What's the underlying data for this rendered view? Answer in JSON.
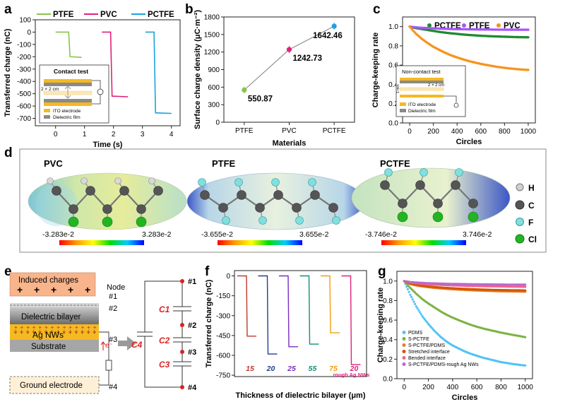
{
  "panels": {
    "a": {
      "letter": "a"
    },
    "b": {
      "letter": "b"
    },
    "c": {
      "letter": "c"
    },
    "d": {
      "letter": "d"
    },
    "e": {
      "letter": "e"
    },
    "f": {
      "letter": "f"
    },
    "g": {
      "letter": "g"
    }
  },
  "panel_a": {
    "inset_title": "Contact test",
    "inset_dim": "2 × 2 cm",
    "inset_legend": [
      "ITO electrode",
      "Dielectric film"
    ]
  },
  "panel_c": {
    "inset_title": "Non-contact test",
    "inset_dim": "2 × 2 cm",
    "inset_gap": "1 mm",
    "inset_legend": [
      "ITO electrode",
      "Dielectric film"
    ]
  },
  "panel_d": {
    "molecules": [
      {
        "name": "PVC",
        "min": "-3.283e-2",
        "max": "3.283e-2"
      },
      {
        "name": "PTFE",
        "min": "-3.655e-2",
        "max": "3.655e-2"
      },
      {
        "name": "PCTFE",
        "min": "-3.746e-2",
        "max": "3.746e-2"
      }
    ],
    "atoms": [
      "H",
      "C",
      "F",
      "Cl"
    ]
  },
  "panel_e": {
    "induced": "Induced charges",
    "node_label": "Node",
    "nodes": [
      "#1",
      "#2",
      "#3",
      "#4"
    ],
    "dielectric": "Dielectric bilayer",
    "agnws": "Ag NWs",
    "substrate": "Substrate",
    "ground": "Ground electrode",
    "electron": "e⁻",
    "plus": "+",
    "caps": [
      "C1",
      "C2",
      "C3",
      "C4"
    ]
  },
  "chart_data": [
    {
      "id": "a",
      "type": "line",
      "xlabel": "Time (s)",
      "ylabel": "Transferred charge (nC)",
      "xlim": [
        -0.7,
        4.3
      ],
      "ylim": [
        -760,
        100
      ],
      "xticks": [
        0,
        1,
        2,
        3,
        4
      ],
      "yticks": [
        100,
        0,
        -100,
        -200,
        -300,
        -400,
        -500,
        -600,
        -700
      ],
      "series": [
        {
          "name": "PTFE",
          "color": "#8BC34A",
          "points": [
            [
              0.0,
              0
            ],
            [
              0.45,
              0
            ],
            [
              0.5,
              -200
            ],
            [
              0.9,
              -205
            ]
          ]
        },
        {
          "name": "PVC",
          "color": "#E0217A",
          "points": [
            [
              1.6,
              0
            ],
            [
              1.9,
              0
            ],
            [
              1.95,
              -520
            ],
            [
              2.5,
              -525
            ]
          ]
        },
        {
          "name": "PCTFE",
          "color": "#1BA1E2",
          "points": [
            [
              3.1,
              0
            ],
            [
              3.4,
              0
            ],
            [
              3.45,
              -655
            ],
            [
              4.0,
              -660
            ]
          ]
        }
      ]
    },
    {
      "id": "b",
      "type": "scatter",
      "xlabel": "Materials",
      "ylabel": "Surface charge density (μC·m⁻²)",
      "categories": [
        "PTFE",
        "PVC",
        "PCTFE"
      ],
      "ylim": [
        0,
        1800
      ],
      "yticks": [
        0,
        300,
        600,
        900,
        1200,
        1500,
        1800
      ],
      "values": [
        550.87,
        1242.73,
        1642.46
      ],
      "labels": [
        "550.87",
        "1242.73",
        "1642.46"
      ],
      "colors": [
        "#8BC34A",
        "#E0217A",
        "#1BA1E2"
      ]
    },
    {
      "id": "c",
      "type": "scatter",
      "xlabel": "Circles",
      "ylabel": "Charge-keeping rate",
      "xlim": [
        -60,
        1060
      ],
      "ylim": [
        0,
        1.1
      ],
      "xticks": [
        0,
        200,
        400,
        600,
        800,
        1000
      ],
      "yticks": [
        0.0,
        0.2,
        0.4,
        0.6,
        0.8,
        1.0
      ],
      "x": [
        0,
        50,
        100,
        150,
        200,
        250,
        300,
        350,
        400,
        450,
        500,
        550,
        600,
        650,
        700,
        750,
        800,
        850,
        900,
        950,
        1000
      ],
      "series": [
        {
          "name": "PCTFE",
          "color": "#1E8C2E",
          "values": [
            1.0,
            0.985,
            0.975,
            0.965,
            0.955,
            0.945,
            0.937,
            0.93,
            0.924,
            0.918,
            0.913,
            0.909,
            0.905,
            0.902,
            0.899,
            0.897,
            0.895,
            0.893,
            0.891,
            0.89,
            0.889
          ]
        },
        {
          "name": "PTFE",
          "color": "#A855F7",
          "values": [
            1.0,
            0.992,
            0.988,
            0.985,
            0.982,
            0.979,
            0.977,
            0.975,
            0.974,
            0.973,
            0.972,
            0.971,
            0.97,
            0.97,
            0.969,
            0.969,
            0.968,
            0.968,
            0.968,
            0.967,
            0.967
          ]
        },
        {
          "name": "PVC",
          "color": "#F7931E",
          "values": [
            1.0,
            0.93,
            0.875,
            0.83,
            0.79,
            0.758,
            0.728,
            0.702,
            0.68,
            0.66,
            0.642,
            0.627,
            0.613,
            0.601,
            0.59,
            0.58,
            0.572,
            0.565,
            0.559,
            0.554,
            0.55
          ]
        }
      ]
    },
    {
      "id": "f",
      "type": "line",
      "xlabel": "Thickness of dielectric bilayer (μm)",
      "ylabel": "Transferred charge (nC)",
      "ylim": [
        -760,
        40
      ],
      "yticks": [
        0,
        -150,
        -300,
        -450,
        -600,
        -750
      ],
      "series": [
        {
          "name": "15",
          "label": "15",
          "color": "#C0392B",
          "drop": -455
        },
        {
          "name": "20",
          "label": "20",
          "color": "#1F3F8F",
          "drop": -590
        },
        {
          "name": "25",
          "label": "25",
          "color": "#7B2CBF",
          "drop": -535
        },
        {
          "name": "55",
          "label": "55",
          "color": "#138D75",
          "drop": -515
        },
        {
          "name": "75",
          "label": "75",
          "color": "#F39C12",
          "drop": -430
        },
        {
          "name": "20 rough Ag NWs",
          "label": "20",
          "sublabel": "rough Ag NWs",
          "color": "#E0217A",
          "drop": -670
        }
      ]
    },
    {
      "id": "g",
      "type": "scatter",
      "xlabel": "Circles",
      "ylabel": "Charge-keeping rate",
      "xlim": [
        -60,
        1060
      ],
      "ylim": [
        0,
        1.1
      ],
      "xticks": [
        0,
        200,
        400,
        600,
        800,
        1000
      ],
      "yticks": [
        0.0,
        0.2,
        0.4,
        0.6,
        0.8,
        1.0
      ],
      "x": [
        0,
        50,
        100,
        150,
        200,
        250,
        300,
        350,
        400,
        450,
        500,
        550,
        600,
        650,
        700,
        750,
        800,
        850,
        900,
        950,
        1000
      ],
      "series": [
        {
          "name": "PDMS",
          "color": "#4FC3F7",
          "values": [
            1.0,
            0.86,
            0.74,
            0.64,
            0.56,
            0.49,
            0.43,
            0.38,
            0.34,
            0.31,
            0.28,
            0.255,
            0.235,
            0.215,
            0.2,
            0.185,
            0.17,
            0.16,
            0.15,
            0.142,
            0.135
          ]
        },
        {
          "name": "S-PCTFE",
          "color": "#7CB342",
          "values": [
            1.0,
            0.93,
            0.87,
            0.815,
            0.77,
            0.73,
            0.69,
            0.655,
            0.625,
            0.6,
            0.575,
            0.552,
            0.532,
            0.515,
            0.5,
            0.486,
            0.472,
            0.46,
            0.448,
            0.437,
            0.425
          ]
        },
        {
          "name": "S-PCTFE/PDMS",
          "color": "#E67E22",
          "values": [
            1.0,
            0.97,
            0.955,
            0.945,
            0.937,
            0.93,
            0.925,
            0.92,
            0.916,
            0.912,
            0.909,
            0.906,
            0.903,
            0.901,
            0.899,
            0.897,
            0.895,
            0.894,
            0.893,
            0.892,
            0.891
          ]
        },
        {
          "name": "Stretched interface",
          "color": "#D35400",
          "values": [
            1.0,
            0.975,
            0.962,
            0.952,
            0.945,
            0.939,
            0.934,
            0.93,
            0.926,
            0.923,
            0.92,
            0.917,
            0.915,
            0.913,
            0.911,
            0.909,
            0.908,
            0.907,
            0.906,
            0.905,
            0.904
          ]
        },
        {
          "name": "Bended interface",
          "color": "#F06292",
          "values": [
            1.0,
            0.985,
            0.978,
            0.972,
            0.968,
            0.964,
            0.961,
            0.958,
            0.956,
            0.954,
            0.952,
            0.95,
            0.949,
            0.948,
            0.947,
            0.946,
            0.945,
            0.944,
            0.943,
            0.942,
            0.941
          ]
        },
        {
          "name": "S-PCTFE/PDMS-rough Ag NWs",
          "color": "#BA68C8",
          "values": [
            1.0,
            0.99,
            0.985,
            0.981,
            0.978,
            0.976,
            0.974,
            0.972,
            0.971,
            0.97,
            0.969,
            0.968,
            0.967,
            0.966,
            0.966,
            0.965,
            0.965,
            0.964,
            0.964,
            0.963,
            0.963
          ]
        }
      ]
    }
  ]
}
